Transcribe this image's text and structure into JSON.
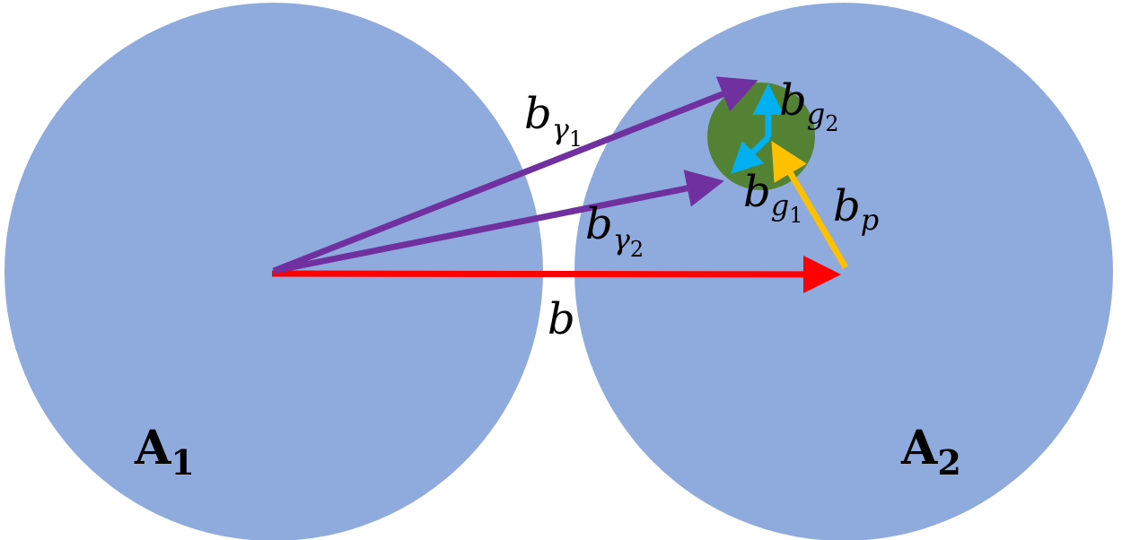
{
  "colors": {
    "nucleus": "#8faadc",
    "hotspot": "#548235",
    "impact_vector": "#ff0000",
    "gamma_vectors": "#7030a0",
    "b_p_vector": "#ffc000",
    "b_g_vectors": "#00b0f0"
  },
  "nuclei": [
    {
      "id": "A1",
      "base": "A",
      "subscript": "1"
    },
    {
      "id": "A2",
      "base": "A",
      "subscript": "2"
    }
  ],
  "vectors": {
    "b": {
      "base": "b",
      "subscript": ""
    },
    "b_gamma1": {
      "base": "b",
      "subscript": "γ",
      "subsubscript": "1"
    },
    "b_gamma2": {
      "base": "b",
      "subscript": "γ",
      "subsubscript": "2"
    },
    "b_p": {
      "base": "b",
      "subscript": "p"
    },
    "b_g1": {
      "base": "b",
      "subscript": "g",
      "subsubscript": "1"
    },
    "b_g2": {
      "base": "b",
      "subscript": "g",
      "subsubscript": "2"
    }
  }
}
